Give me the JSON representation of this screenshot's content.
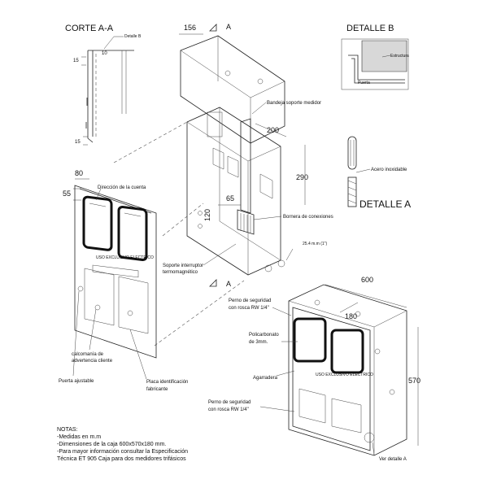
{
  "corte": {
    "title": "CORTE A-A",
    "detalle_b_ref": "Detalle B",
    "dim_10": "10",
    "dim_15_top": "15",
    "dim_15_bottom": "15"
  },
  "detalle_b": {
    "title": "DETALLE B",
    "estructura": "Estructura",
    "puerta": "Puerta"
  },
  "detalle_a": {
    "title": "DETALLE A",
    "acero": "Acero inoxidable"
  },
  "exploded": {
    "dim_156": "156",
    "section_marker": "A",
    "bandeja": "Bandeja soporte medidor",
    "dim_200": "200",
    "dim_290": "290",
    "dim_65": "65",
    "dim_120": "120",
    "bornera": "Bornera de conexiones",
    "dim_254": "25.4 m.m (1\")",
    "soporte_line1": "Soporte interruptor",
    "soporte_line2": "termomagnético"
  },
  "front": {
    "dim_80": "80",
    "dim_55": "55",
    "direccion": "Dirección de la cuenta",
    "plate_text": "USO EXCLUSIVO ELECTRICO",
    "calco_line1": "calcomanía de",
    "calco_line2": "advertencia cliente",
    "puerta_ajustable": "Puerta ajustable",
    "placa_line1": "Placa identificación",
    "placa_line2": "fabricante"
  },
  "iso": {
    "dim_600": "600",
    "dim_180": "180",
    "dim_570": "570",
    "perno1_line1": "Perno de seguridad",
    "perno1_line2": "con rosca RW 1/4\"",
    "poli_line1": "Policarbonato",
    "poli_line2": "de 3mm.",
    "agarradera": "Agarradera",
    "perno2_line1": "Perno de seguridad",
    "perno2_line2": "con rosca RW 1/4\"",
    "ver_detalle": "Ver detalle A",
    "plate_text": "USO EXCLUSIVO ELECTRICO"
  },
  "notes": [
    "NOTAS:",
    "-Medidas en m.m",
    "-Dimensiones de la caja 600x570x180 mm.",
    "-Para mayor información consultar la Especificación",
    "Técnica ET 905 Caja para dos medidores trifásicos"
  ]
}
